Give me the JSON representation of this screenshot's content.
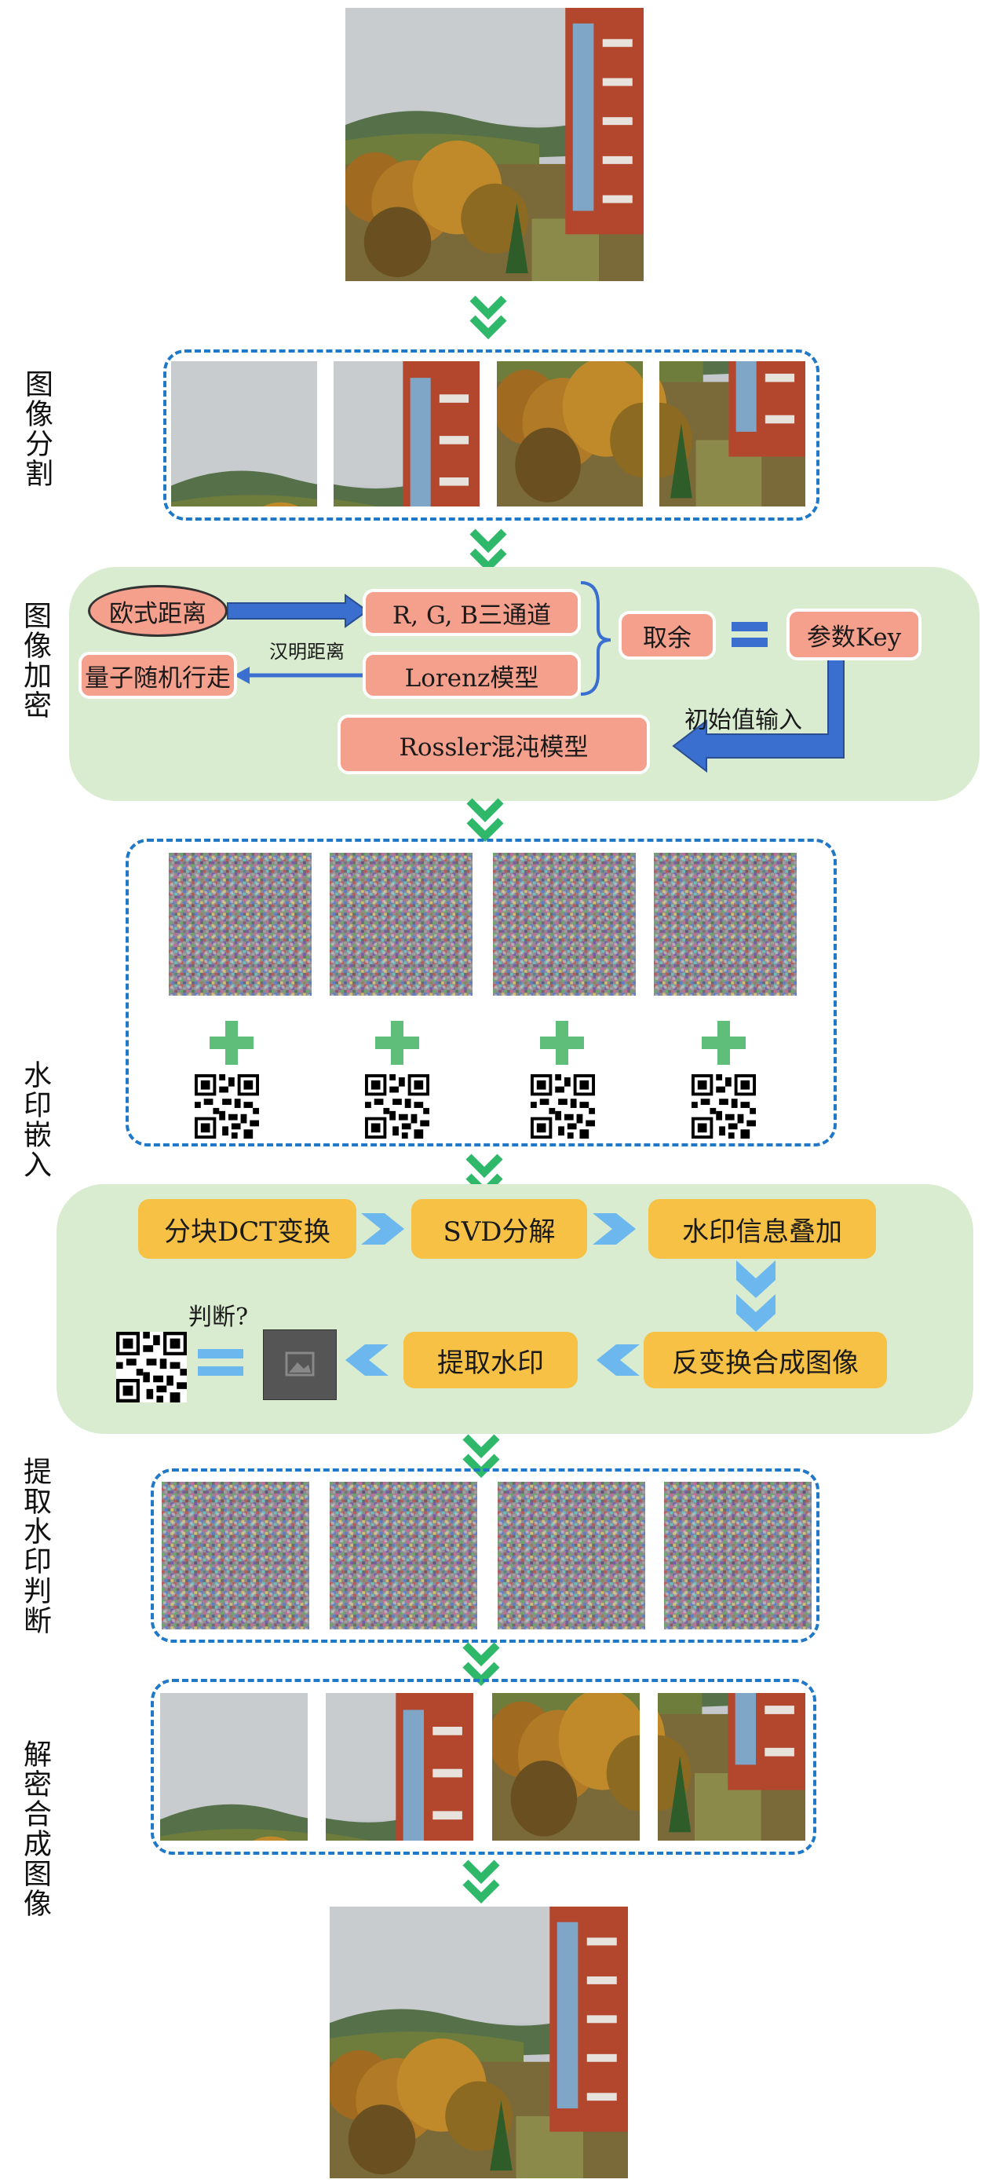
{
  "side_labels": {
    "segmentation": "图像分割",
    "encryption": "图像加密",
    "embedding": "水印嵌入",
    "extraction": "提取水印判断",
    "decryption": "解密合成图像"
  },
  "encryption_panel": {
    "euclid": "欧式距离",
    "rgb": "R, G, B三通道",
    "quantum": "量子随机行走",
    "hamming": "汉明距离",
    "lorenz": "Lorenz模型",
    "remainder": "取余",
    "key": "参数Key",
    "init_input": "初始值输入",
    "rossler": "Rossler混沌模型"
  },
  "embedding_panel": {
    "dct": "分块DCT变换",
    "svd": "SVD分解",
    "overlay": "水印信息叠加",
    "inverse": "反变换合成图像",
    "extract": "提取水印",
    "judge": "判断?"
  },
  "colors": {
    "dash_blue": "#1f78c8",
    "panel_green": "#d9ecd0",
    "salmon": "#f5a08c",
    "yellow": "#f6c145",
    "arrow_green": "#2fb86a",
    "arrow_lightblue": "#6cb8ee",
    "arrow_blue": "#3a6fd0"
  }
}
